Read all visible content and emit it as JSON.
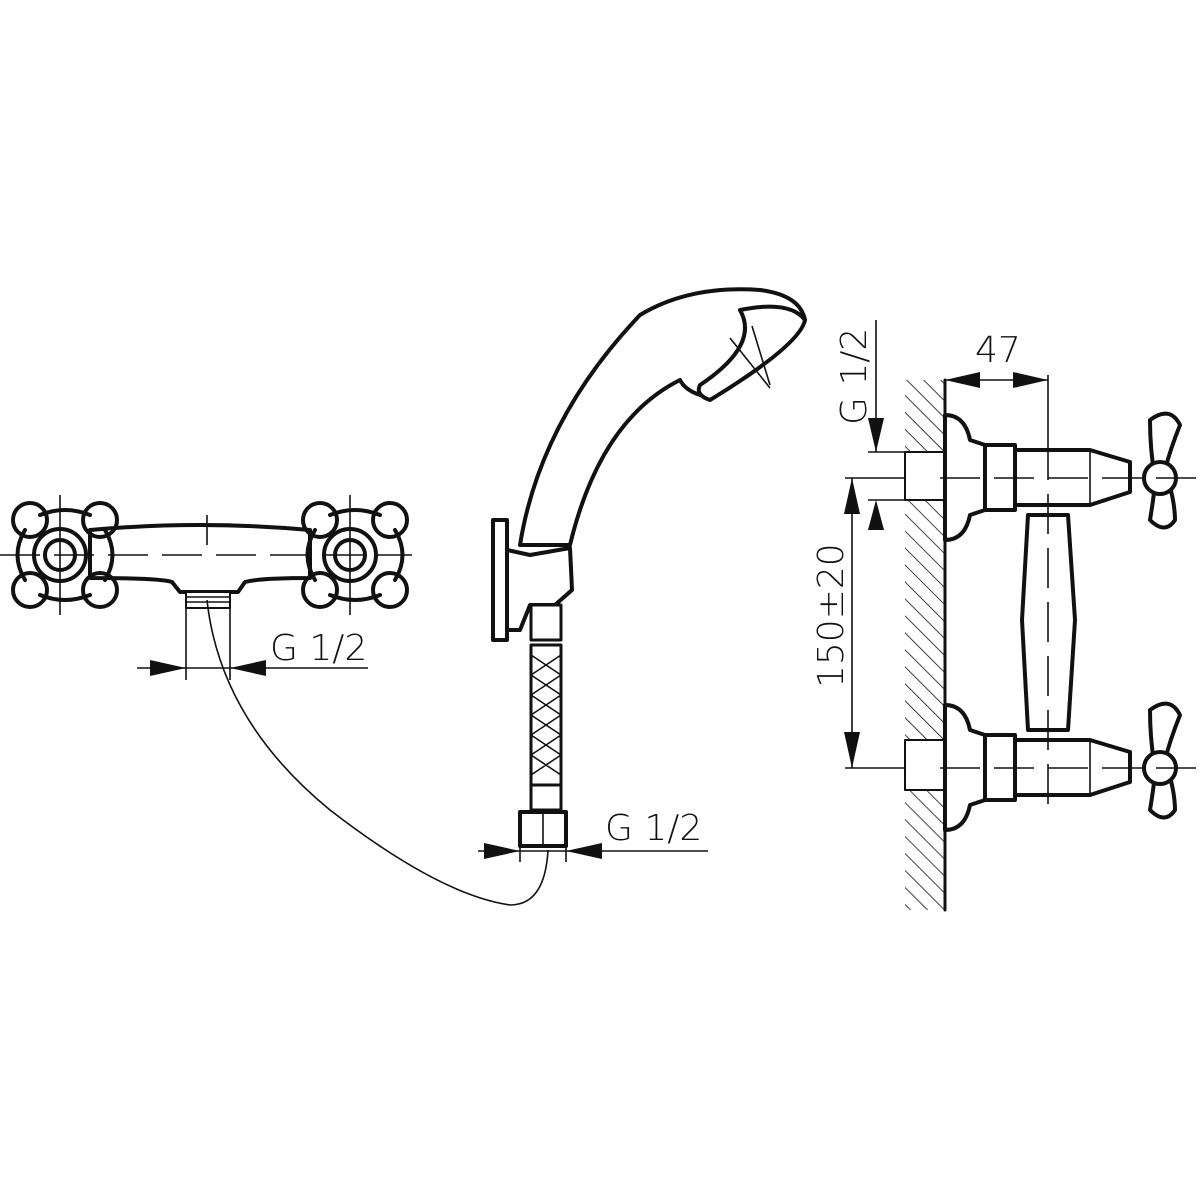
{
  "labels": {
    "mixer_outlet_thread": "G 1/2",
    "hose_connector_thread": "G 1/2",
    "wall_inlet_thread": "G 1/2",
    "projection_from_wall": "47",
    "inlet_spacing": "150±20"
  },
  "colors": {
    "line": "#111111",
    "background": "#ffffff"
  }
}
